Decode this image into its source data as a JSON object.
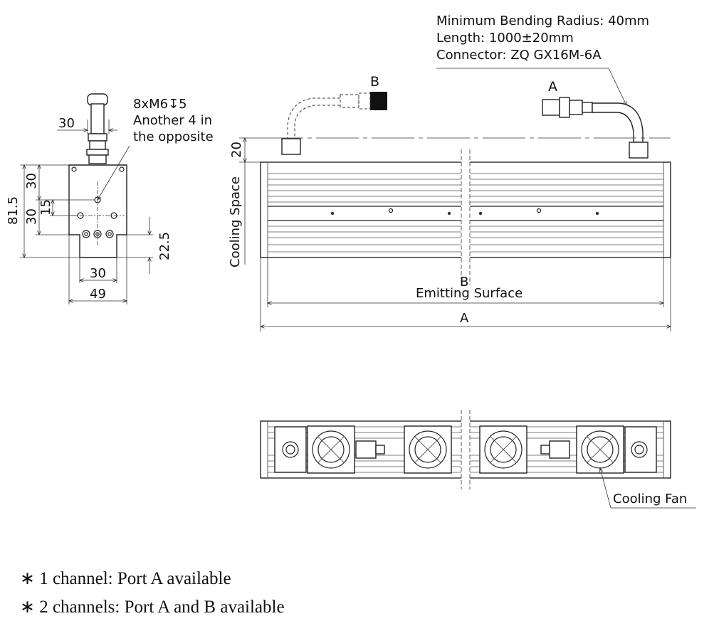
{
  "side_view": {
    "mount_label_line1": "8xM6↧5",
    "mount_label_line2": "Another 4 in",
    "mount_label_line3": "the opposite",
    "dim_top_width": "30",
    "dim_upper_30": "30",
    "dim_height_total": "81.5",
    "dim_15": "15",
    "dim_lower_30": "30",
    "dim_22_5": "22.5",
    "dim_bottom_30": "30",
    "dim_bottom_49": "49"
  },
  "front_view": {
    "cable_line1": "Minimum Bending Radius: 40mm",
    "cable_line2": "Length: 1000±20mm",
    "cable_line3": "Connector: ZQ GX16M-6A",
    "port_a": "A",
    "port_b": "B",
    "dim_20": "20",
    "cooling_space": "Cooling Space",
    "dim_b": "B",
    "emitting_surface": "Emitting Surface",
    "dim_a": "A"
  },
  "bottom_view": {
    "cooling_fan": "Cooling Fan"
  },
  "notes": [
    "∗ 1 channel: Port A available",
    "∗ 2 channels: Port A and B available"
  ]
}
